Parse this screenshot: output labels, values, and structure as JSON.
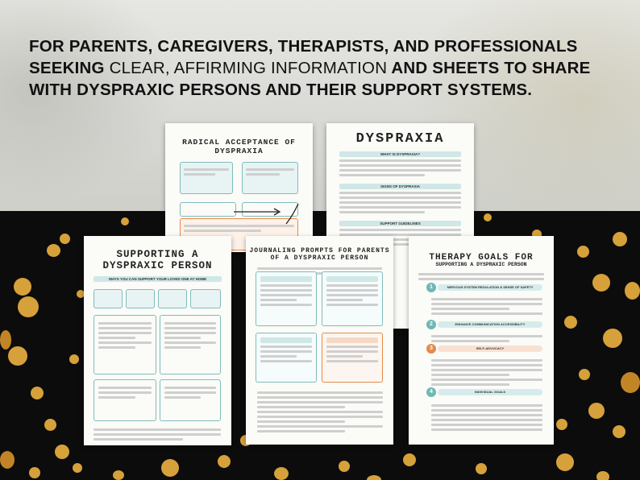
{
  "headline": {
    "part1": "FOR PARENTS, CAREGIVERS, THERAPISTS, AND PROFESSIONALS SEEKING",
    "part2": "CLEAR, AFFIRMING INFORMATION",
    "part3": " AND SHEETS TO SHARE WITH DYSPRAXIC PERSONS AND THEIR SUPPORT SYSTEMS."
  },
  "sheets": {
    "radical": {
      "title": "RADICAL ACCEPTANCE OF DYSPRAXIA"
    },
    "dyspraxia": {
      "title": "DYSPRAXIA",
      "sec1": "WHAT IS DYSPRAXIA?",
      "sec2": "SIGNS OF DYSPRAXIA",
      "sec3": "SUPPORT GUIDELINES"
    },
    "supporting": {
      "title": "SUPPORTING A DYSPRAXIC PERSON",
      "band": "WAYS YOU CAN SUPPORT YOUR LOVED ONE AT HOME"
    },
    "journaling": {
      "title": "JOURNALING PROMPTS FOR PARENTS OF A DYSPRAXIC PERSON"
    },
    "therapy": {
      "title": "THERAPY GOALS FOR",
      "subtitle": "SUPPORTING A DYSPRAXIC PERSON",
      "goals": [
        {
          "num": "1",
          "label": "NERVOUS SYSTEM REGULATION & SENSE OF SAFETY"
        },
        {
          "num": "2",
          "label": "ENHANCE COMMUNICATION ACCESSIBILITY"
        },
        {
          "num": "3",
          "label": "SELF-ADVOCACY"
        },
        {
          "num": "4",
          "label": "INDIVIDUAL GOALS"
        }
      ]
    }
  },
  "colors": {
    "teal": "#8cc7c6",
    "orange": "#e58a4a",
    "gold": "#d6a13a"
  }
}
